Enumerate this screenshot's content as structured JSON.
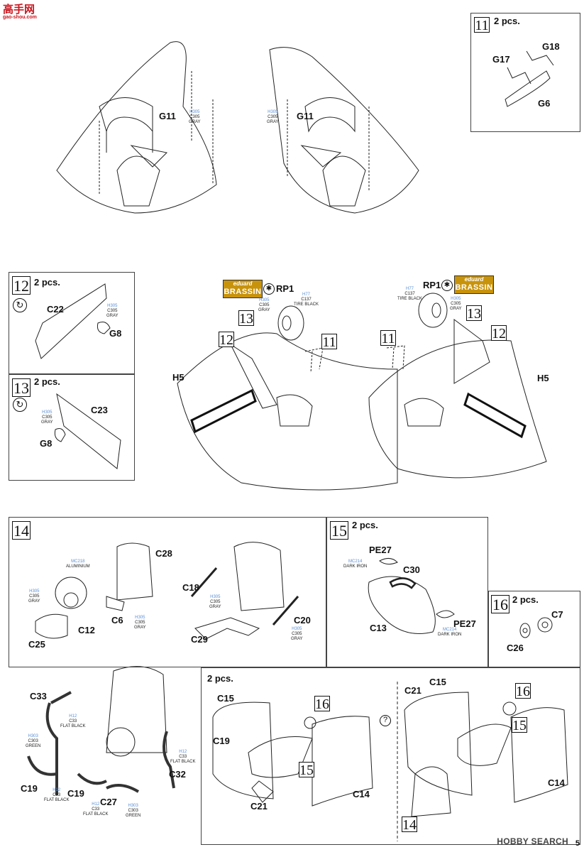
{
  "watermark": {
    "brand": "高手网",
    "site": "gao-shou.com"
  },
  "footer": {
    "site_mark": "HOBBY SEARCH",
    "page_number": "5"
  },
  "colors": {
    "paint_code": "#5b8fd6",
    "brassin": "#c8930c",
    "logo_red": "#c9151e"
  },
  "top": {
    "left": {
      "part": "G11",
      "paint": [
        "H305",
        "C305",
        "GRAY"
      ]
    },
    "right": {
      "part": "G11",
      "paint": [
        "H305",
        "C305",
        "GRAY"
      ]
    }
  },
  "step11": {
    "number": "11",
    "qty": "2 pcs.",
    "parts": [
      "G18",
      "G17",
      "G6"
    ]
  },
  "step12": {
    "number": "12",
    "qty": "2 pcs.",
    "part_a": "C22",
    "part_b": "G8",
    "paint": [
      "H305",
      "C305",
      "GRAY"
    ]
  },
  "step13": {
    "number": "13",
    "qty": "2 pcs.",
    "part_a": "C23",
    "part_b": "G8",
    "paint": [
      "H305",
      "C305",
      "GRAY"
    ]
  },
  "gear": {
    "brassin_top": "eduard",
    "brassin_bottom": "BRASSIN",
    "rp": "RP1",
    "left_paint_a": [
      "H305",
      "C305",
      "GRAY"
    ],
    "left_paint_b": [
      "H77",
      "C137",
      "TIRE BLACK"
    ],
    "right_paint_a": [
      "H77",
      "C137",
      "TIRE BLACK"
    ],
    "right_paint_b": [
      "H305",
      "C305",
      "GRAY"
    ],
    "refs": [
      "13",
      "12",
      "11"
    ],
    "part": "H5"
  },
  "step14": {
    "number": "14",
    "labels": [
      "C28",
      "C12",
      "C6",
      "C25",
      "C18",
      "C20",
      "C29"
    ],
    "paint_alu": [
      "MC218",
      "ALUMINIUM"
    ],
    "paint_gray1": [
      "H305",
      "C305",
      "GRAY"
    ],
    "paint_gray2": [
      "H305",
      "C305",
      "GRAY"
    ],
    "paint_gray3": [
      "H305",
      "C305",
      "GRAY"
    ],
    "paint_gray4": [
      "H305",
      "C305",
      "GRAY"
    ]
  },
  "step15": {
    "number": "15",
    "qty": "2 pcs.",
    "labels": [
      "PE27",
      "C30",
      "C13",
      "PE27"
    ],
    "paint_a": [
      "MC214",
      "DARK IRON"
    ],
    "paint_b": [
      "MC214",
      "DARK IRON"
    ]
  },
  "step16": {
    "number": "16",
    "qty": "2 pcs.",
    "labels": [
      "C7",
      "C26"
    ]
  },
  "lower_left": {
    "labels": [
      "C33",
      "C32",
      "C19",
      "C19",
      "C27"
    ],
    "paint_fb1": [
      "H12",
      "C33",
      "FLAT BLACK"
    ],
    "paint_green1": [
      "H303",
      "C303",
      "GREEN"
    ],
    "paint_fb2": [
      "H12",
      "C33",
      "FLAT BLACK"
    ],
    "paint_fb3": [
      "H12",
      "C33",
      "FLAT BLACK"
    ],
    "paint_fb4": [
      "H12",
      "C33",
      "FLAT BLACK"
    ],
    "paint_green2": [
      "H303",
      "C303",
      "GREEN"
    ]
  },
  "final": {
    "qty": "2 pcs.",
    "left_labels": [
      "C15",
      "C19",
      "C21",
      "C14"
    ],
    "right_labels": [
      "C21",
      "C15",
      "C14"
    ],
    "refs": [
      "16",
      "15",
      "16",
      "15",
      "14"
    ],
    "optional": "?"
  }
}
